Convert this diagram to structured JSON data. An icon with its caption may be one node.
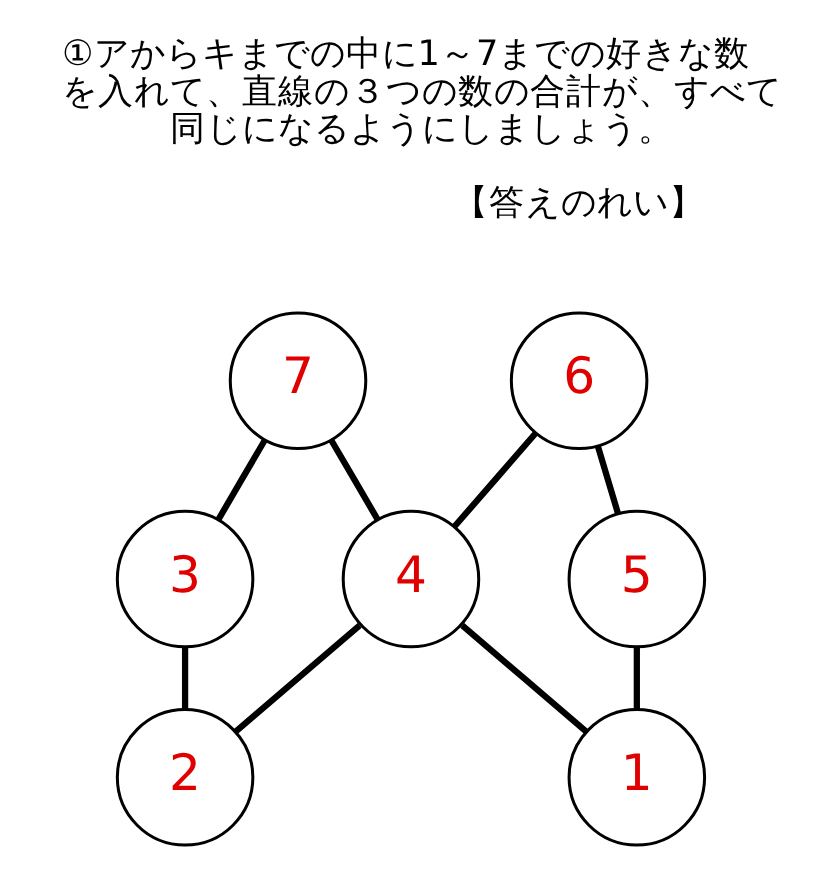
{
  "diagram": {
    "title": "①アからキまでの中に1～7までの好きな数を入れて、直線の３つの数の合計が、すべて同じになるようにしましょう。",
    "nodes": [
      {
        "text": [
          "6"
        ]
      },
      {
        "text": [
          "7"
        ]
      },
      {
        "text": [
          "5"
        ]
      },
      {
        "text": [
          "4"
        ]
      },
      {
        "text": [
          "3"
        ]
      },
      {
        "text": [
          "1"
        ]
      },
      {
        "text": [
          "2"
        ]
      }
    ],
    "edges": [
      {
        "from": 0,
        "to": 2,
        "arrow": "none"
      },
      {
        "from": 2,
        "to": 5,
        "arrow": "none"
      },
      {
        "from": 0,
        "to": 3,
        "arrow": "none"
      },
      {
        "from": 5,
        "to": 3,
        "arrow": "none"
      },
      {
        "from": 1,
        "to": 4,
        "arrow": "none"
      },
      {
        "from": 4,
        "to": 6,
        "arrow": "none"
      },
      {
        "from": 1,
        "to": 3,
        "arrow": "none"
      },
      {
        "from": 6,
        "to": 3,
        "arrow": "none"
      }
    ],
    "labels": [
      "【答えのれい】"
    ]
  }
}
